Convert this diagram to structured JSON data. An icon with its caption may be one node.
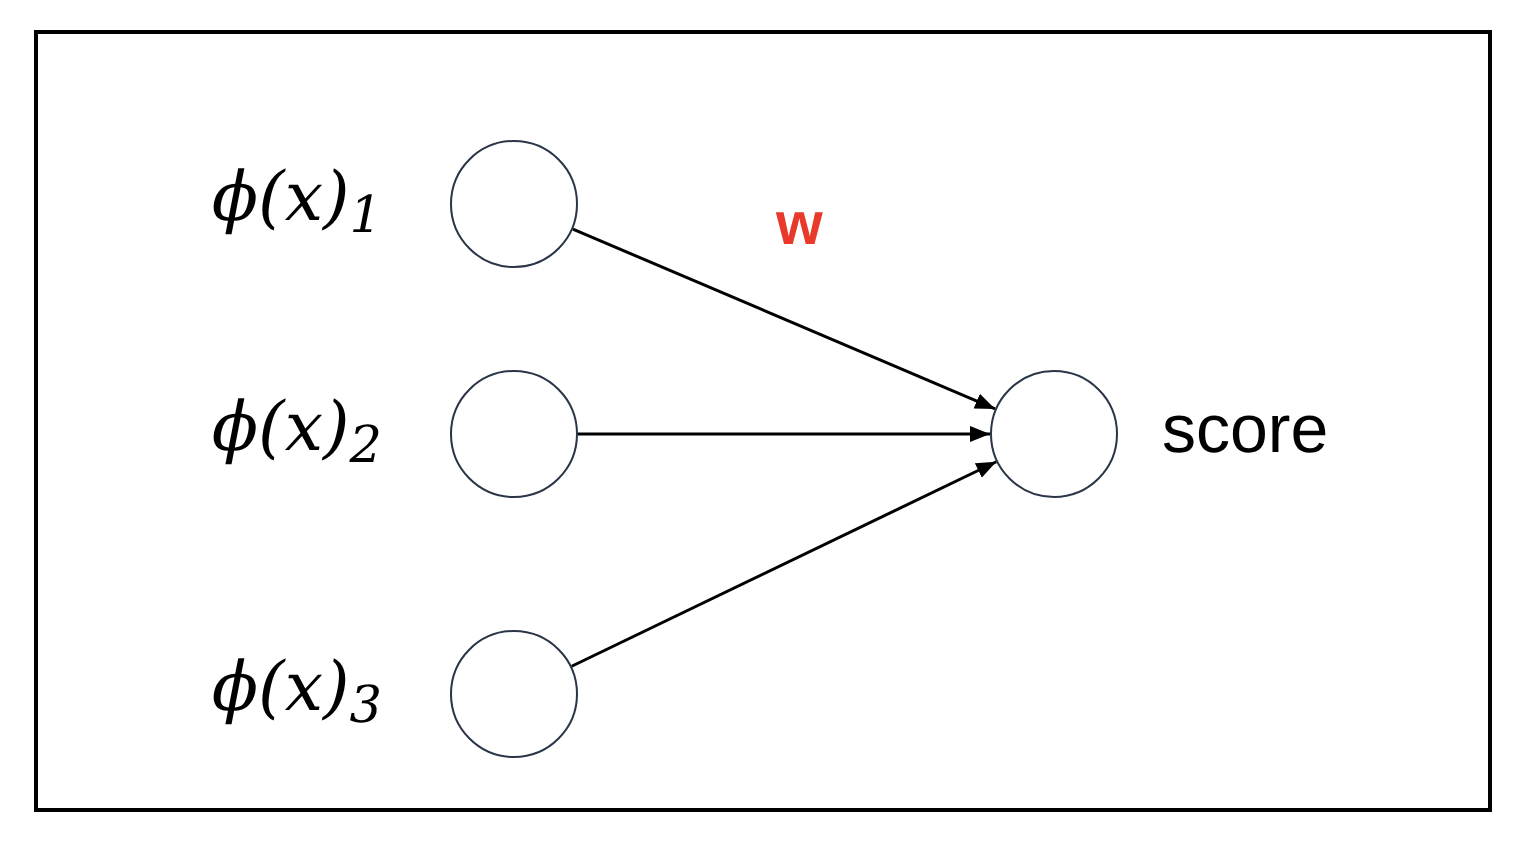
{
  "diagram": {
    "nodes": [
      {
        "text": [],
        "shape": "box"
      },
      {
        "text": [],
        "shape": "circle",
        "in": 0,
        "beside": [
          "ϕ(x)$_{1}$"
        ]
      },
      {
        "text": [],
        "shape": "circle",
        "in": 0,
        "beside": [
          "ϕ(x)$_{2}$"
        ]
      },
      {
        "text": [],
        "shape": "circle",
        "in": 0,
        "beside": [
          "ϕ(x)$_{3}$"
        ]
      },
      {
        "text": [],
        "shape": "circle",
        "in": 0,
        "beside": [
          "score"
        ]
      }
    ],
    "edges": [
      {
        "from": 1,
        "to": 4,
        "arrow": "to",
        "label": "w"
      },
      {
        "from": 2,
        "to": 4,
        "arrow": "to"
      },
      {
        "from": 3,
        "to": 4,
        "arrow": "to"
      }
    ]
  }
}
